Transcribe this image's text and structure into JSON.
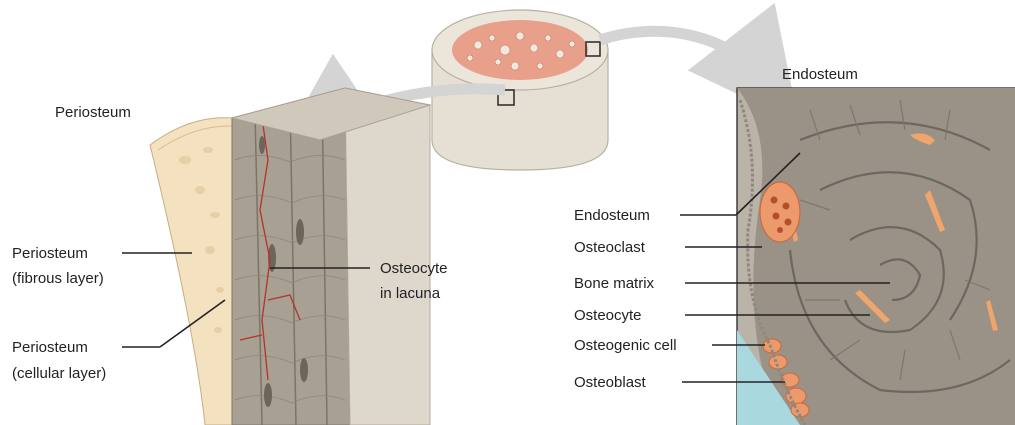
{
  "labels": {
    "periosteum_top": "Periosteum",
    "periosteum_fibrous_1": "Periosteum",
    "periosteum_fibrous_2": "(fibrous layer)",
    "periosteum_cellular_1": "Periosteum",
    "periosteum_cellular_2": "(cellular layer)",
    "osteocyte_lacuna_1": "Osteocyte",
    "osteocyte_lacuna_2": "in lacuna",
    "endosteum_title": "Endosteum",
    "endosteum": "Endosteum",
    "osteoclast": "Osteoclast",
    "bone_matrix": "Bone matrix",
    "osteocyte": "Osteocyte",
    "osteogenic_cell": "Osteogenic cell",
    "osteoblast": "Osteoblast"
  },
  "colors": {
    "bone": "#c9c1b2",
    "bone_dark": "#8f877a",
    "spongy": "#e68a74",
    "periosteum": "#f2dfbf",
    "vessel": "#b5332a",
    "osteoclast": "#ec9a6c",
    "marrow": "#a9d9df",
    "arrow": "#d4d4d4"
  }
}
